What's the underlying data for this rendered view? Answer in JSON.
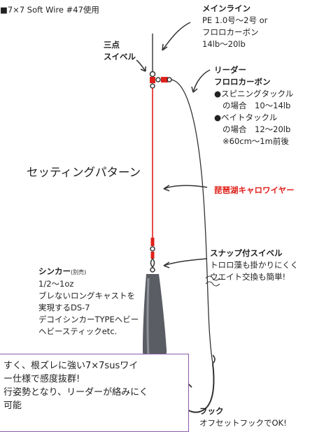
{
  "header": {
    "wire_note": "■7×7 Soft Wire #47使用"
  },
  "labels": {
    "swivel": [
      "三点",
      "スイベル"
    ],
    "main_line": {
      "title": "メインライン",
      "lines": [
        "PE 1.0号〜2号 or",
        "フロロカーボン",
        "14lb〜20lb"
      ]
    },
    "leader": {
      "title": [
        "リーダー",
        "フロロカーボン"
      ],
      "lines": [
        "●スピニングタックル",
        "の場合　10〜14lb",
        "●ベイトタックル",
        "の場合　12〜20lb",
        "※60cm〜1m前後"
      ]
    },
    "setting_pattern": "セッティングパターン",
    "wire": "琵琶湖キャロワイヤー",
    "snap": {
      "title": "スナップ付スイベル",
      "lines": [
        "トロロ藻も掛かりにくく",
        "ウエイト交換も簡単!"
      ]
    },
    "sinker": {
      "title": "シンカー",
      "title_note": "(別売)",
      "lines": [
        "1/2〜1oz",
        "ブレないロングキャストを",
        "実現するDS-7",
        "デコイシンカーTYPEヘビー",
        "ヘビースティックetc."
      ]
    },
    "hook": {
      "title": "フック",
      "lines": [
        "オフセットフックでOK!"
      ]
    }
  },
  "note_box": {
    "lines": [
      "すく、根ズレに強い7×7susワイ",
      "",
      "ー仕様で感度抜群!",
      "行姿勢となり、リーダーが絡みにく",
      "可能"
    ]
  },
  "colors": {
    "accent_red": "#e0201a",
    "box_border": "#8a5aa8",
    "sinker": "#5a5d63"
  }
}
